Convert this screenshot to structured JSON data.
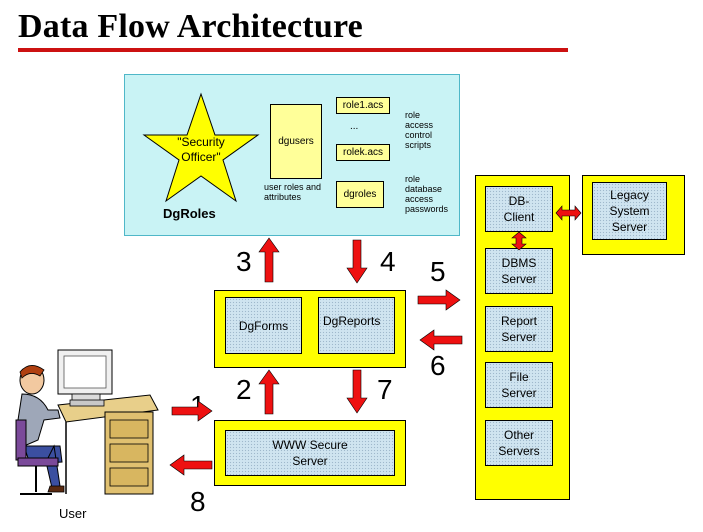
{
  "title": "Data Flow Architecture",
  "dgroles_panel": {
    "label": "DgRoles",
    "security_officer": "\"Security Officer\"",
    "dgusers": "dgusers",
    "user_roles_note": "user roles and attributes",
    "role1": "role1.acs",
    "ellipsis": "...",
    "rolek": "rolek.acs",
    "dgroles": "dgroles",
    "role_scripts_note": "role access control scripts",
    "role_passwords_note": "role database access passwords"
  },
  "forms_panel": {
    "dgforms": "DgForms",
    "dgreports": "DgReports"
  },
  "www_panel": {
    "label": "WWW Secure Server"
  },
  "servers": [
    {
      "label": "DB-Client"
    },
    {
      "label": "DBMS Server"
    },
    {
      "label": "Report Server"
    },
    {
      "label": "File Server"
    },
    {
      "label": "Other Servers"
    }
  ],
  "legacy": {
    "label": "Legacy System Server"
  },
  "user": {
    "label": "User"
  },
  "step_numbers": [
    "1",
    "2",
    "3",
    "4",
    "5",
    "6",
    "7",
    "8"
  ],
  "colors": {
    "arrow": "#ee1111",
    "title_rule": "#cc1111",
    "panel_yellow": "#ffff00",
    "panel_cyan": "#c9f3f5"
  }
}
